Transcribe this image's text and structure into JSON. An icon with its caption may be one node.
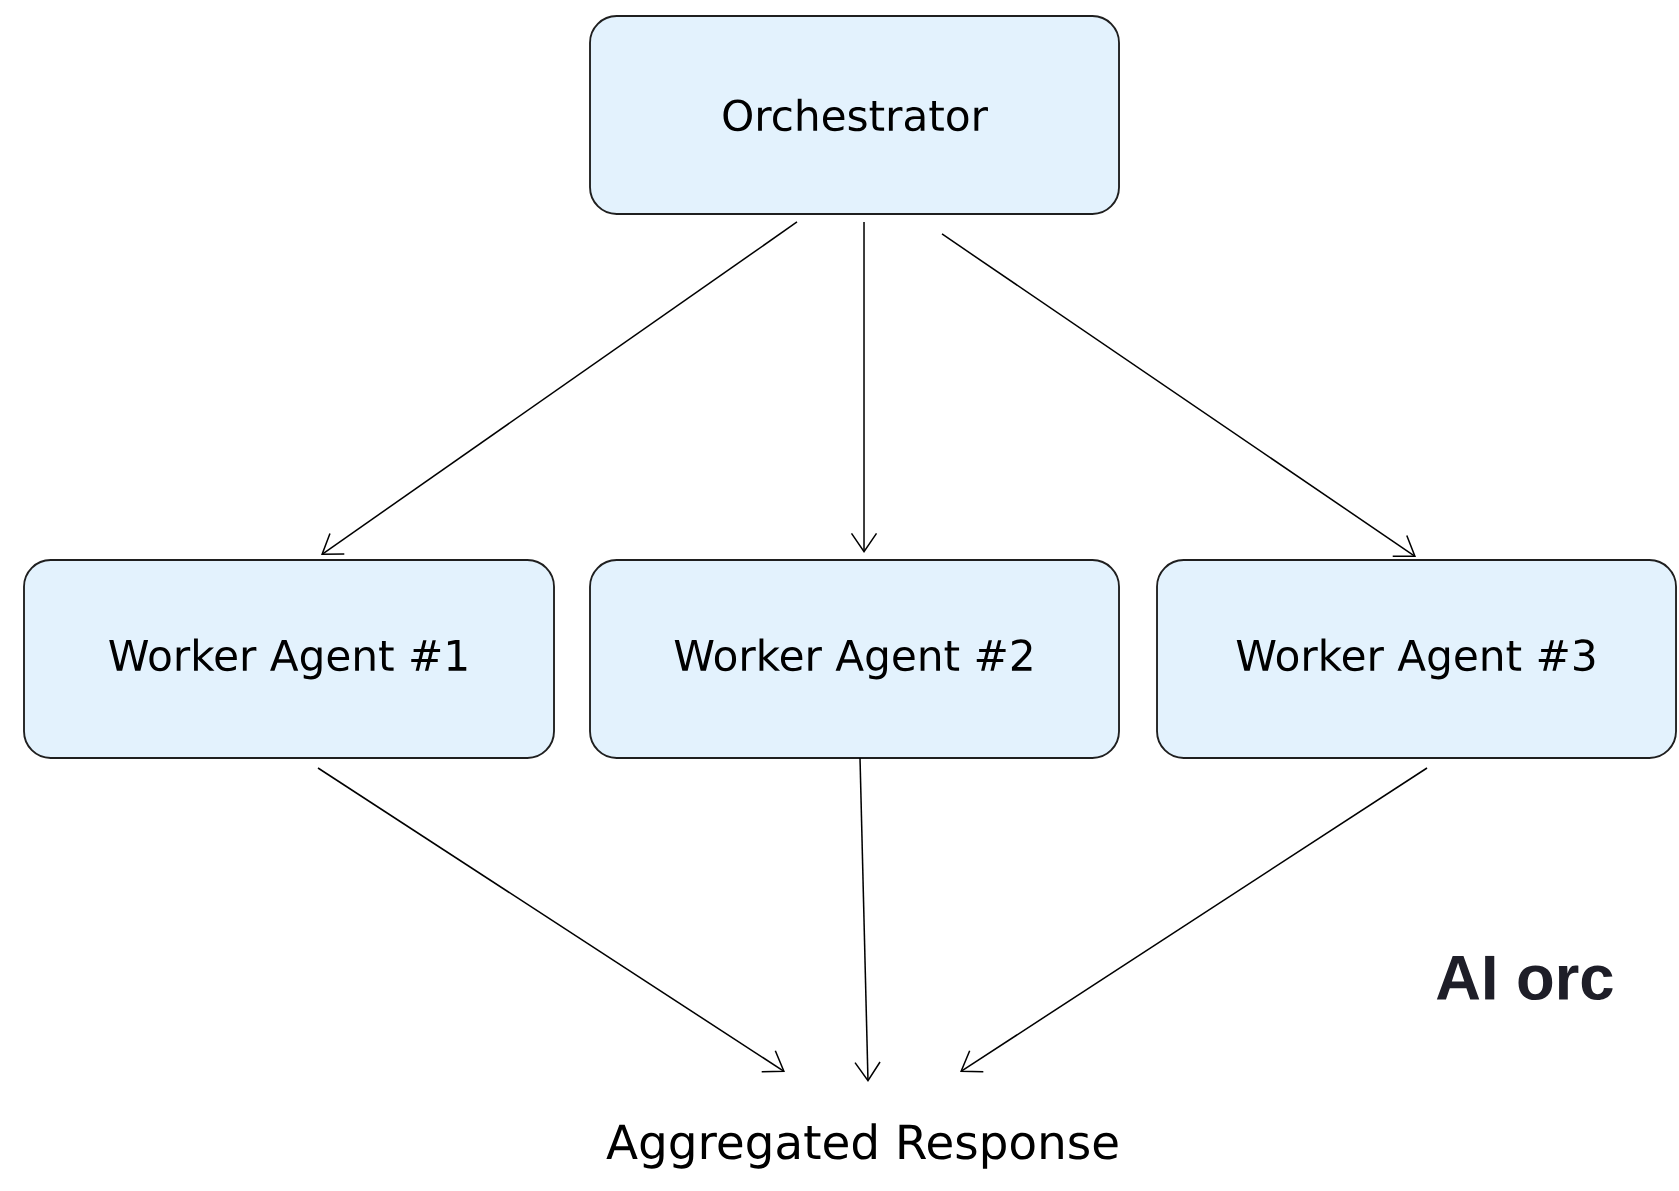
{
  "diagram": {
    "nodes": [
      {
        "text": [
          "Orchestrator"
        ]
      },
      {
        "text": [
          "Worker Agent #1"
        ]
      },
      {
        "text": [
          "Worker Agent #2"
        ]
      },
      {
        "text": [
          "Worker Agent #3"
        ]
      },
      {
        "text": [
          "Aggregated Response"
        ]
      }
    ],
    "edges": [
      {
        "from": 0,
        "to": 1,
        "arrow": "to"
      },
      {
        "from": 0,
        "to": 2,
        "arrow": "to"
      },
      {
        "from": 0,
        "to": 3,
        "arrow": "to"
      },
      {
        "from": 1,
        "to": 4,
        "arrow": "to"
      },
      {
        "from": 2,
        "to": 4,
        "arrow": "to"
      },
      {
        "from": 3,
        "to": 4,
        "arrow": "to"
      }
    ],
    "labels": [
      "AI orc"
    ]
  }
}
